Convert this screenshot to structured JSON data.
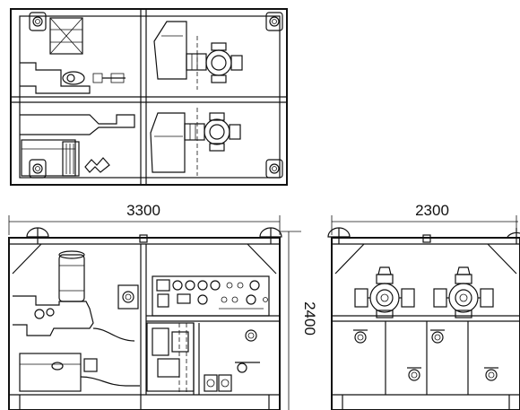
{
  "dimensions": {
    "length": "3300",
    "width": "2300",
    "height": "2400"
  }
}
